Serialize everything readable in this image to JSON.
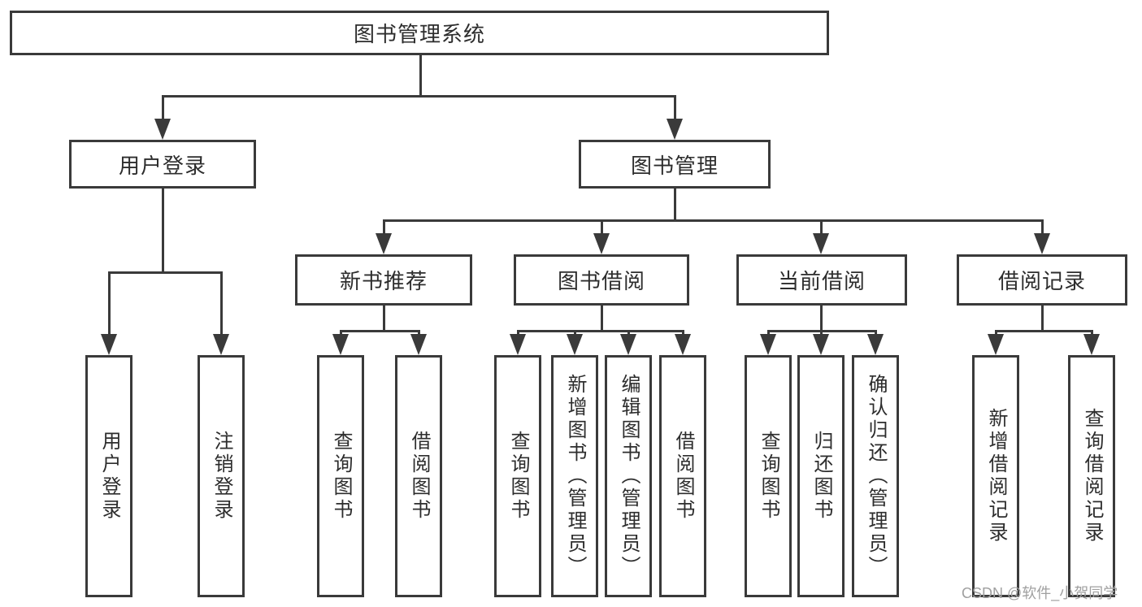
{
  "colors": {
    "line": "#3a3a3a",
    "text": "#2d2d2d",
    "watermark": "#a0a0a0",
    "background": "#ffffff"
  },
  "tree": {
    "root": {
      "label": "图书管理系统"
    },
    "branches": [
      {
        "label": "用户登录",
        "children": [
          {
            "label": "用户登录"
          },
          {
            "label": "注销登录"
          }
        ]
      },
      {
        "label": "图书管理",
        "sections": [
          {
            "label": "新书推荐",
            "children": [
              {
                "label": "查询图书"
              },
              {
                "label": "借阅图书"
              }
            ]
          },
          {
            "label": "图书借阅",
            "children": [
              {
                "label": "查询图书"
              },
              {
                "label": "新增图书（管理员）"
              },
              {
                "label": "编辑图书（管理员）"
              },
              {
                "label": "借阅图书"
              }
            ]
          },
          {
            "label": "当前借阅",
            "children": [
              {
                "label": "查询图书"
              },
              {
                "label": "归还图书"
              },
              {
                "label": "确认归还（管理员）"
              }
            ]
          },
          {
            "label": "借阅记录",
            "children": [
              {
                "label": "新增借阅记录"
              },
              {
                "label": "查询借阅记录"
              }
            ]
          }
        ]
      }
    ]
  },
  "watermark": {
    "text": "CSDN @软件_小贺同学"
  }
}
